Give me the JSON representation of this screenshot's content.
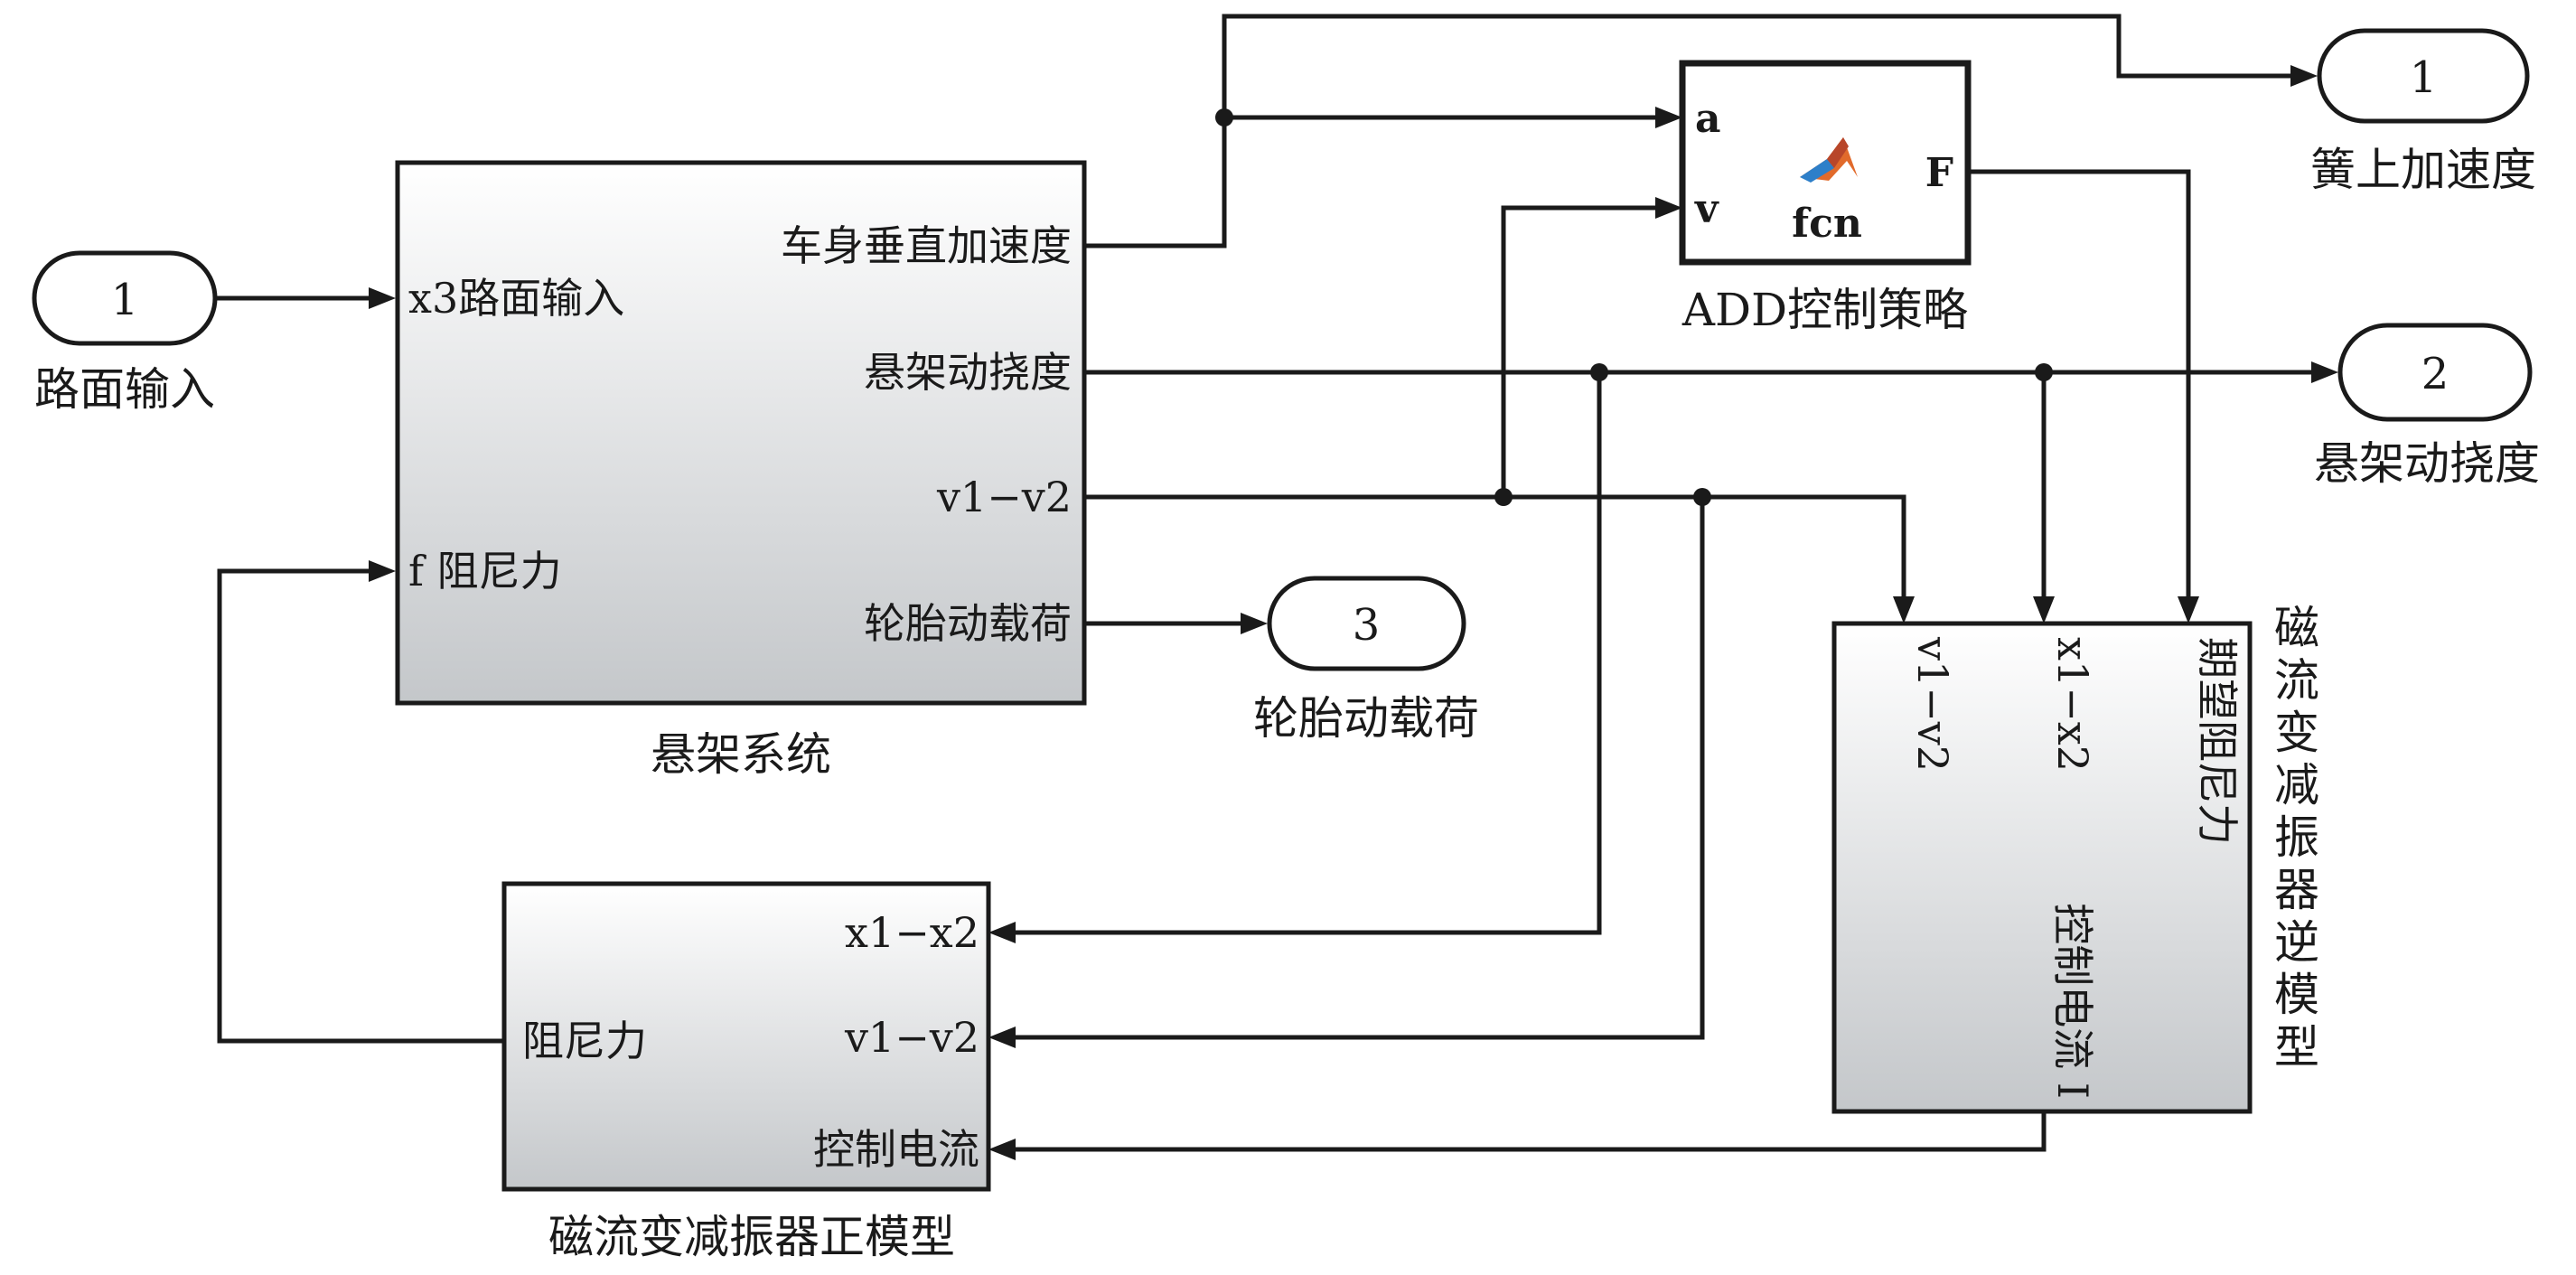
{
  "inports": {
    "road_input": {
      "number": "1",
      "label": "路面输入"
    }
  },
  "outports": {
    "sprung_accel": {
      "number": "1",
      "label": "簧上加速度"
    },
    "suspension_deflection": {
      "number": "2",
      "label": "悬架动挠度"
    },
    "tire_load": {
      "number": "3",
      "label": "轮胎动载荷"
    }
  },
  "suspension": {
    "name": "悬架系统",
    "in_road": "x3路面输入",
    "in_force": "f 阻尼力",
    "out_accel": "车身垂直加速度",
    "out_deflection": "悬架动挠度",
    "out_velocity": "v1−v2",
    "out_tire": "轮胎动载荷"
  },
  "add": {
    "name": "ADD控制策略",
    "in_a": "a",
    "in_v": "v",
    "out_f": "F",
    "fcn": "fcn",
    "icon": "matlab-icon"
  },
  "inverse_model": {
    "name_chars": [
      "磁",
      "流",
      "变",
      "减",
      "振",
      "器",
      "逆",
      "模",
      "型"
    ],
    "in_velocity": "v1−v2",
    "in_displacement": "x1−x2",
    "in_force": "期望阻尼力",
    "out_current": "控制电流 I"
  },
  "forward_model": {
    "name": "磁流变减振器正模型",
    "in_displacement": "x1−x2",
    "in_velocity": "v1−v2",
    "in_current": "控制电流",
    "out_force": "阻尼力"
  },
  "colors": {
    "line": "#1a1a1a",
    "block_top": "#ffffff",
    "block_bottom": "#c4c7ca",
    "matlab_orange": "#e16a2b",
    "matlab_blue": "#2d7fc9"
  }
}
